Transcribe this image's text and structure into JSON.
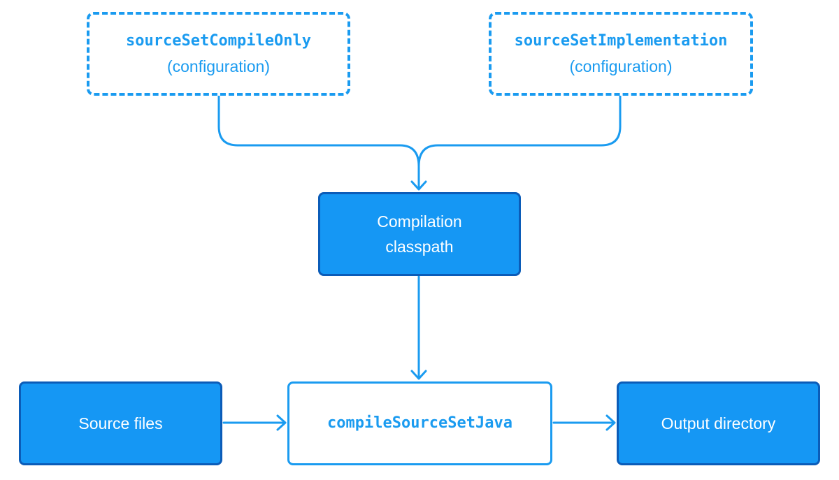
{
  "colors": {
    "accent": "#1a9bf0",
    "fill": "#1597f4",
    "fill_border": "#0b5cb8",
    "background": "#ffffff"
  },
  "nodes": {
    "compile_only": {
      "name": "sourceSetCompileOnly",
      "kind": "(configuration)"
    },
    "implementation": {
      "name": "sourceSetImplementation",
      "kind": "(configuration)"
    },
    "classpath": {
      "line1": "Compilation",
      "line2": "classpath"
    },
    "source_files": {
      "label": "Source files"
    },
    "compile_task": {
      "label": "compileSourceSetJava"
    },
    "output_dir": {
      "label": "Output directory"
    }
  }
}
